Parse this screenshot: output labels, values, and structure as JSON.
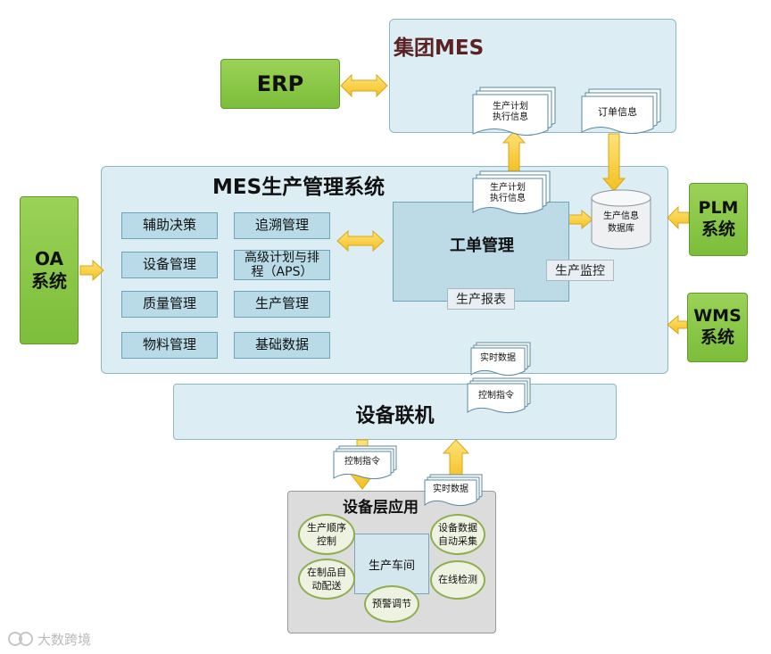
{
  "group_mes": {
    "title": "集团MES",
    "doc_plan": "生产计划\n执行信息",
    "doc_order": "订单信息"
  },
  "erp": {
    "label": "ERP"
  },
  "oa": {
    "label": "OA\n系统"
  },
  "plm": {
    "label": "PLM\n系统"
  },
  "wms": {
    "label": "WMS\n系统"
  },
  "mes": {
    "title": "MES生产管理系统",
    "modules": [
      "辅助决策",
      "追溯管理",
      "设备管理",
      "高级计划与排\n程（APS）",
      "质量管理",
      "生产管理",
      "物料管理",
      "基础数据"
    ],
    "work_order": "工单管理",
    "monitor": "生产监控",
    "report": "生产报表",
    "doc_plan": "生产计划\n执行信息",
    "database": "生产信息\n数据库"
  },
  "equipment": {
    "title": "设备联机",
    "doc_realtime": "实时数据",
    "doc_control": "控制指令"
  },
  "device_app": {
    "title": "设备层应用",
    "doc_control": "控制指令",
    "doc_realtime": "实时数据",
    "center": "生产车间",
    "circles": [
      "生产顺序\n控制",
      "设备数据\n自动采集",
      "在制品自\n动配送",
      "在线检测",
      "预警调节"
    ]
  },
  "watermark": "大数跨境"
}
